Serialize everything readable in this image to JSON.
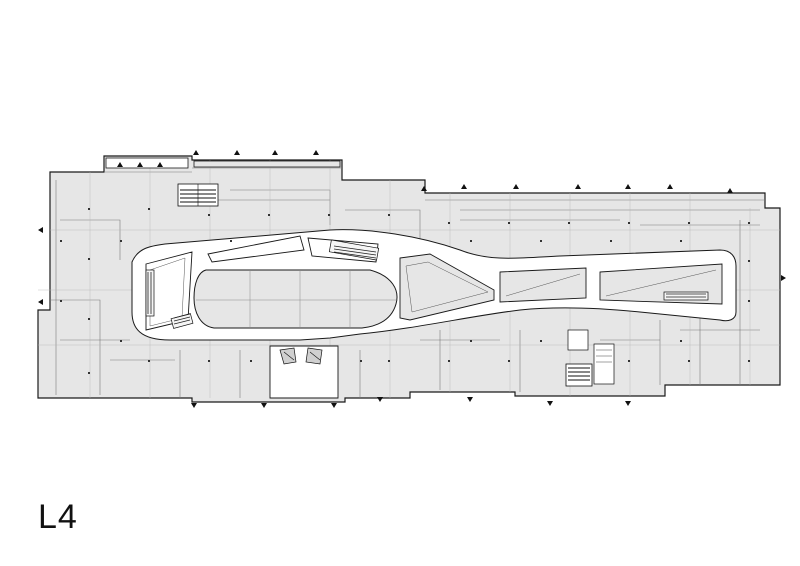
{
  "floor_label": "L4",
  "colors": {
    "background": "#ffffff",
    "floor_fill": "#e6e6e6",
    "line": "#1a1a1a",
    "atrium_fill": "#ffffff",
    "grid_line": "#b5b5b5"
  },
  "icons": {
    "escalator": "escalator-icon",
    "stair": "stair-icon",
    "column": "column-marker",
    "entrance": "entrance-arrow"
  }
}
